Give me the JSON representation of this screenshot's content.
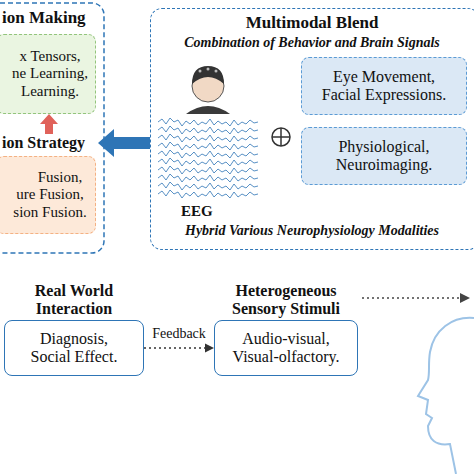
{
  "diagram": {
    "nodes": [
      {
        "text": [
          "ion Making",
          "x Tensors, ne Learning, Learning."
        ]
      },
      {
        "text": [
          "ion Strategy",
          "Fusion, ure Fusion, sion Fusion."
        ]
      },
      {
        "text": [
          "Multimodal Blend",
          "Combination of Behavior and Brain Signals",
          "Hybrid Various Neurophysiology Modalities"
        ]
      },
      {
        "text": [
          "Eye Movement, Facial Expressions."
        ],
        "in": 2
      },
      {
        "text": [
          "Physiological, Neuroimaging."
        ],
        "in": 2
      },
      {
        "text": [
          "Real World Interaction",
          "Diagnosis, Social Effect."
        ]
      },
      {
        "text": [
          "Heterogeneous Sensory Stimuli",
          "Audio-visual, Visual-olfactory."
        ]
      }
    ],
    "edges": [
      {
        "from": 1,
        "to": 0,
        "arrow": "to"
      },
      {
        "from": 2,
        "to": 1,
        "arrow": "to"
      },
      {
        "from": 5,
        "to": 6,
        "label": "Feedback",
        "arrow": "to"
      }
    ],
    "labels": [
      "EEG"
    ]
  }
}
